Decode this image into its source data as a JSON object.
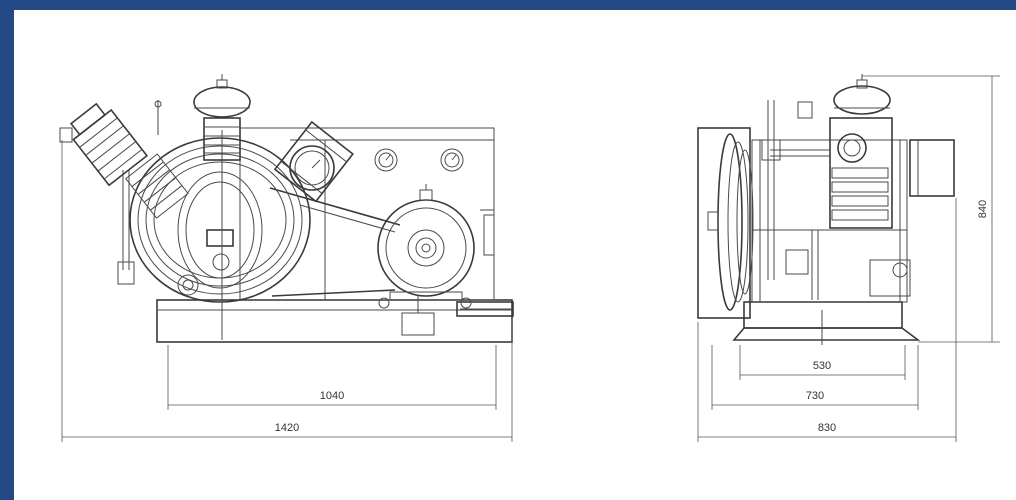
{
  "colors": {
    "frame": "#234a86",
    "line": "#3a3a3a"
  },
  "front_view": {
    "dimensions": [
      {
        "id": "inner_length",
        "label": "1040"
      },
      {
        "id": "overall_length",
        "label": "1420"
      }
    ]
  },
  "side_view": {
    "dimensions": [
      {
        "id": "height",
        "label": "840"
      },
      {
        "id": "base_width",
        "label": "530"
      },
      {
        "id": "mid_width",
        "label": "730"
      },
      {
        "id": "overall_width",
        "label": "830"
      }
    ]
  }
}
